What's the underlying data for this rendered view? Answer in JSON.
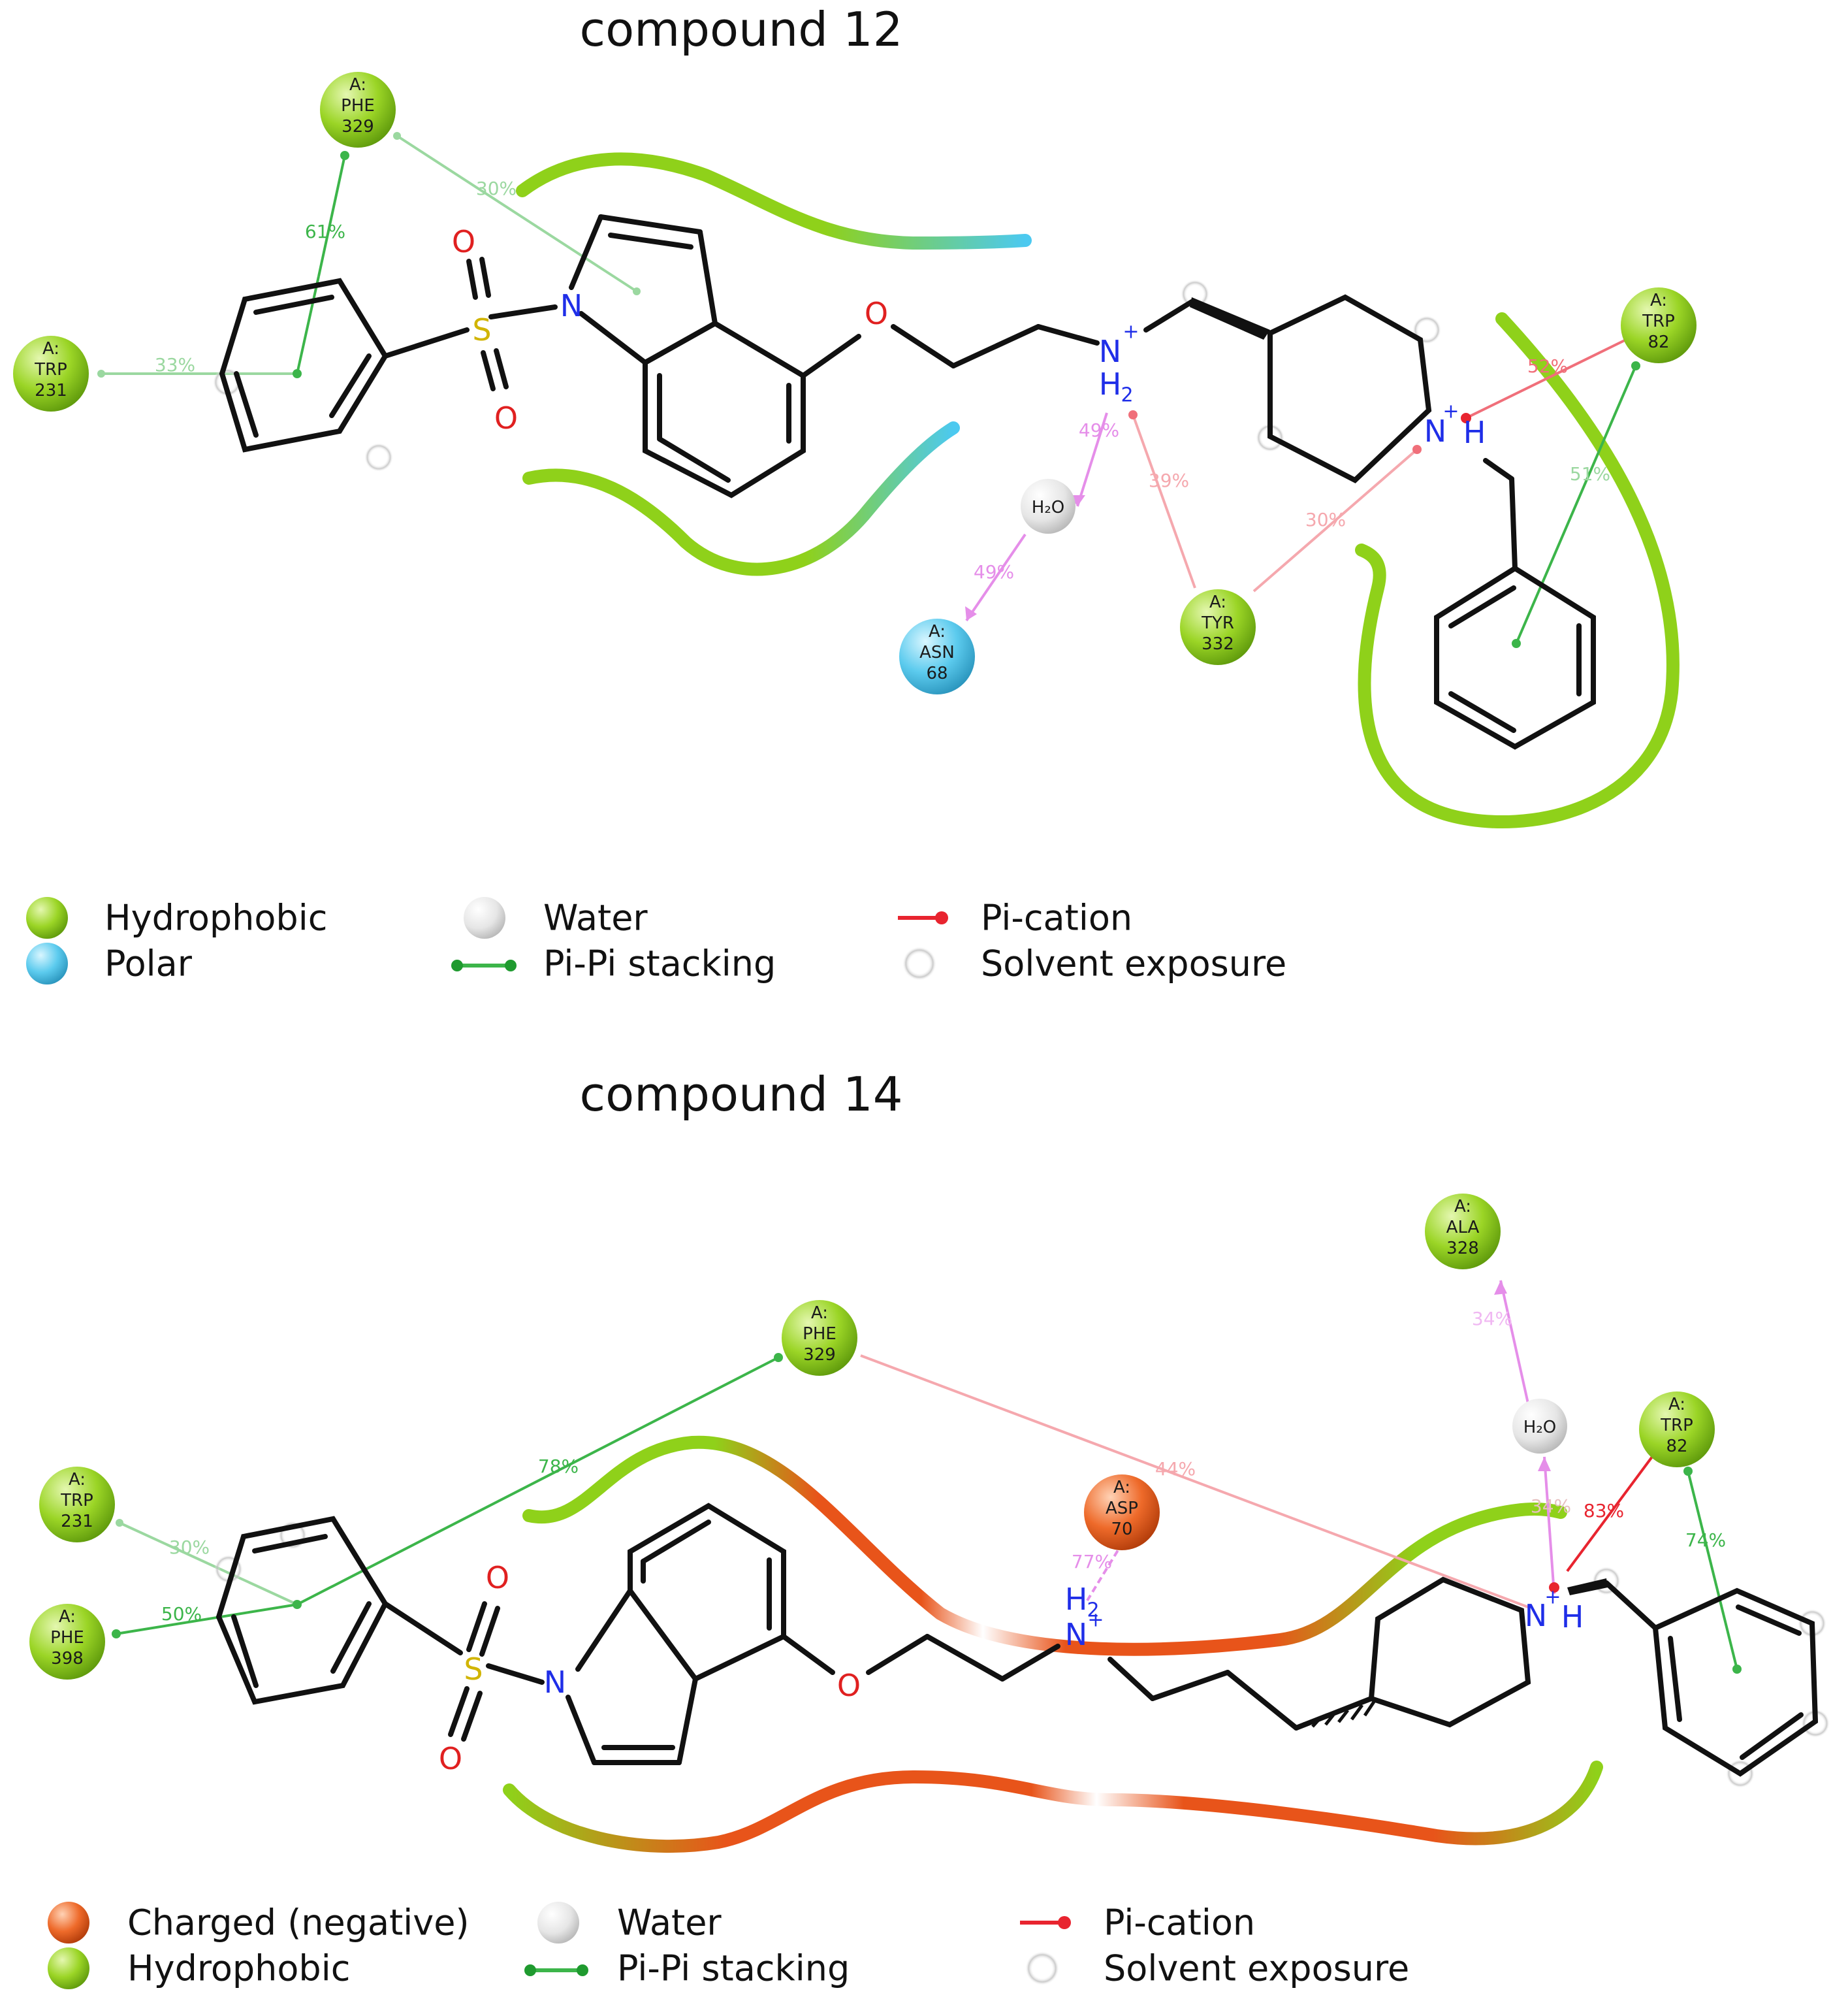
{
  "colors": {
    "hydrophobic": "#8fd11a",
    "polar": "#45c4ea",
    "charged_negative": "#e8541a",
    "water": "#e6e6e6",
    "pi_pi": "#3cb54a",
    "pi_cation": "#f06f7a",
    "hbond_water": "#e58ee9"
  },
  "panels": [
    {
      "title": "compound 12",
      "residues": {
        "phe329": {
          "chain": "A:",
          "name": "PHE",
          "num": "329"
        },
        "trp231": {
          "chain": "A:",
          "name": "TRP",
          "num": "231"
        },
        "trp82": {
          "chain": "A:",
          "name": "TRP",
          "num": "82"
        },
        "tyr332": {
          "chain": "A:",
          "name": "TYR",
          "num": "332"
        },
        "asn68": {
          "chain": "A:",
          "name": "ASN",
          "num": "68"
        }
      },
      "water_label": "H₂O",
      "percentages": {
        "phe329_indole": "30%",
        "phe329_phenyl": "61%",
        "trp231_phenyl": "33%",
        "n_water": "49%",
        "water_asn": "49%",
        "tyr_nh2": "39%",
        "tyr_nh": "30%",
        "trp82_nh": "52%",
        "trp82_benzyl": "51%"
      },
      "atoms": {
        "S": "S",
        "O1": "O",
        "O2": "O",
        "N_indole": "N",
        "O_ether": "O",
        "N_amine": "N",
        "plus": "+",
        "H2": "H",
        "sub2": "2",
        "N_pip": "N",
        "H_pip": "H"
      },
      "legend": [
        {
          "type": "hydrophobic-swatch",
          "label": "Hydrophobic"
        },
        {
          "type": "polar-swatch",
          "label": "Polar"
        },
        {
          "type": "water-swatch",
          "label": "Water"
        },
        {
          "type": "pi-pi-line",
          "label": "Pi-Pi stacking"
        },
        {
          "type": "pi-cation-line",
          "label": "Pi-cation"
        },
        {
          "type": "solvent-exposure-swatch",
          "label": "Solvent exposure"
        }
      ]
    },
    {
      "title": "compound 14",
      "residues": {
        "ala328": {
          "chain": "A:",
          "name": "ALA",
          "num": "328"
        },
        "phe329": {
          "chain": "A:",
          "name": "PHE",
          "num": "329"
        },
        "trp231": {
          "chain": "A:",
          "name": "TRP",
          "num": "231"
        },
        "phe398": {
          "chain": "A:",
          "name": "PHE",
          "num": "398"
        },
        "asp70": {
          "chain": "A:",
          "name": "ASP",
          "num": "70"
        },
        "trp82": {
          "chain": "A:",
          "name": "TRP",
          "num": "82"
        }
      },
      "water_label": "H₂O",
      "percentages": {
        "phe329_phenyl": "78%",
        "trp231_phenyl": "30%",
        "phe398_phenyl": "50%",
        "phe329_nh": "44%",
        "asp70_nh2": "77%",
        "water_nh": "34%",
        "ala_water": "34%",
        "trp82_nh": "83%",
        "trp82_benzyl": "74%"
      },
      "atoms": {
        "S": "S",
        "O1": "O",
        "O2": "O",
        "N_indole": "N",
        "O_ether": "O",
        "N_amine": "N",
        "plus": "+",
        "H2": "H",
        "sub2": "2",
        "N_pip": "N",
        "H_pip": "H"
      },
      "legend": [
        {
          "type": "charged-negative-swatch",
          "label": "Charged (negative)"
        },
        {
          "type": "hydrophobic-swatch",
          "label": "Hydrophobic"
        },
        {
          "type": "water-swatch",
          "label": "Water"
        },
        {
          "type": "pi-pi-line",
          "label": "Pi-Pi stacking"
        },
        {
          "type": "pi-cation-line",
          "label": "Pi-cation"
        },
        {
          "type": "solvent-exposure-swatch",
          "label": "Solvent exposure"
        }
      ]
    }
  ]
}
